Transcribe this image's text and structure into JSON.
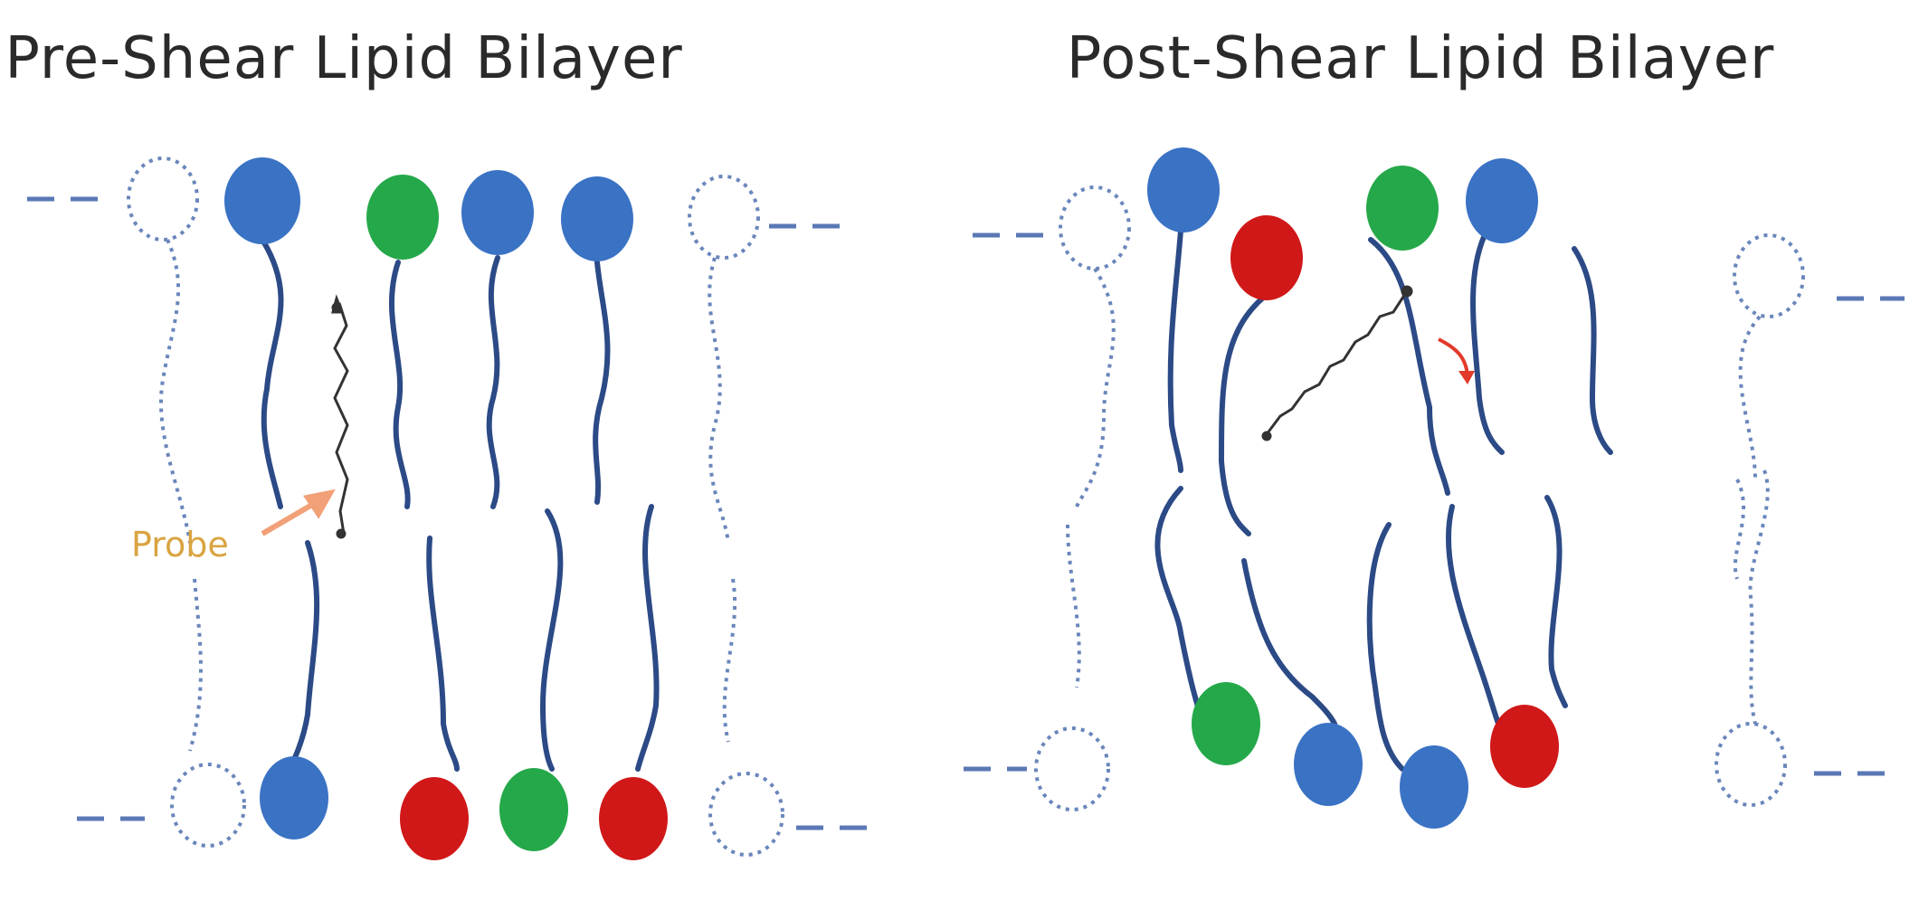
{
  "panels": [
    {
      "title": "Pre-Shear Lipid Bilayer",
      "probe_label": "Probe"
    },
    {
      "title": "Post-Shear Lipid Bilayer"
    }
  ],
  "colors": {
    "blue_head": "#3a72c4",
    "green_head": "#25a84a",
    "red_head": "#d01818",
    "tail": "#2b4a86",
    "dotted": "#6a86bb",
    "probe_arrow": "#f2a077",
    "shear_arrow": "#e23a2a"
  }
}
